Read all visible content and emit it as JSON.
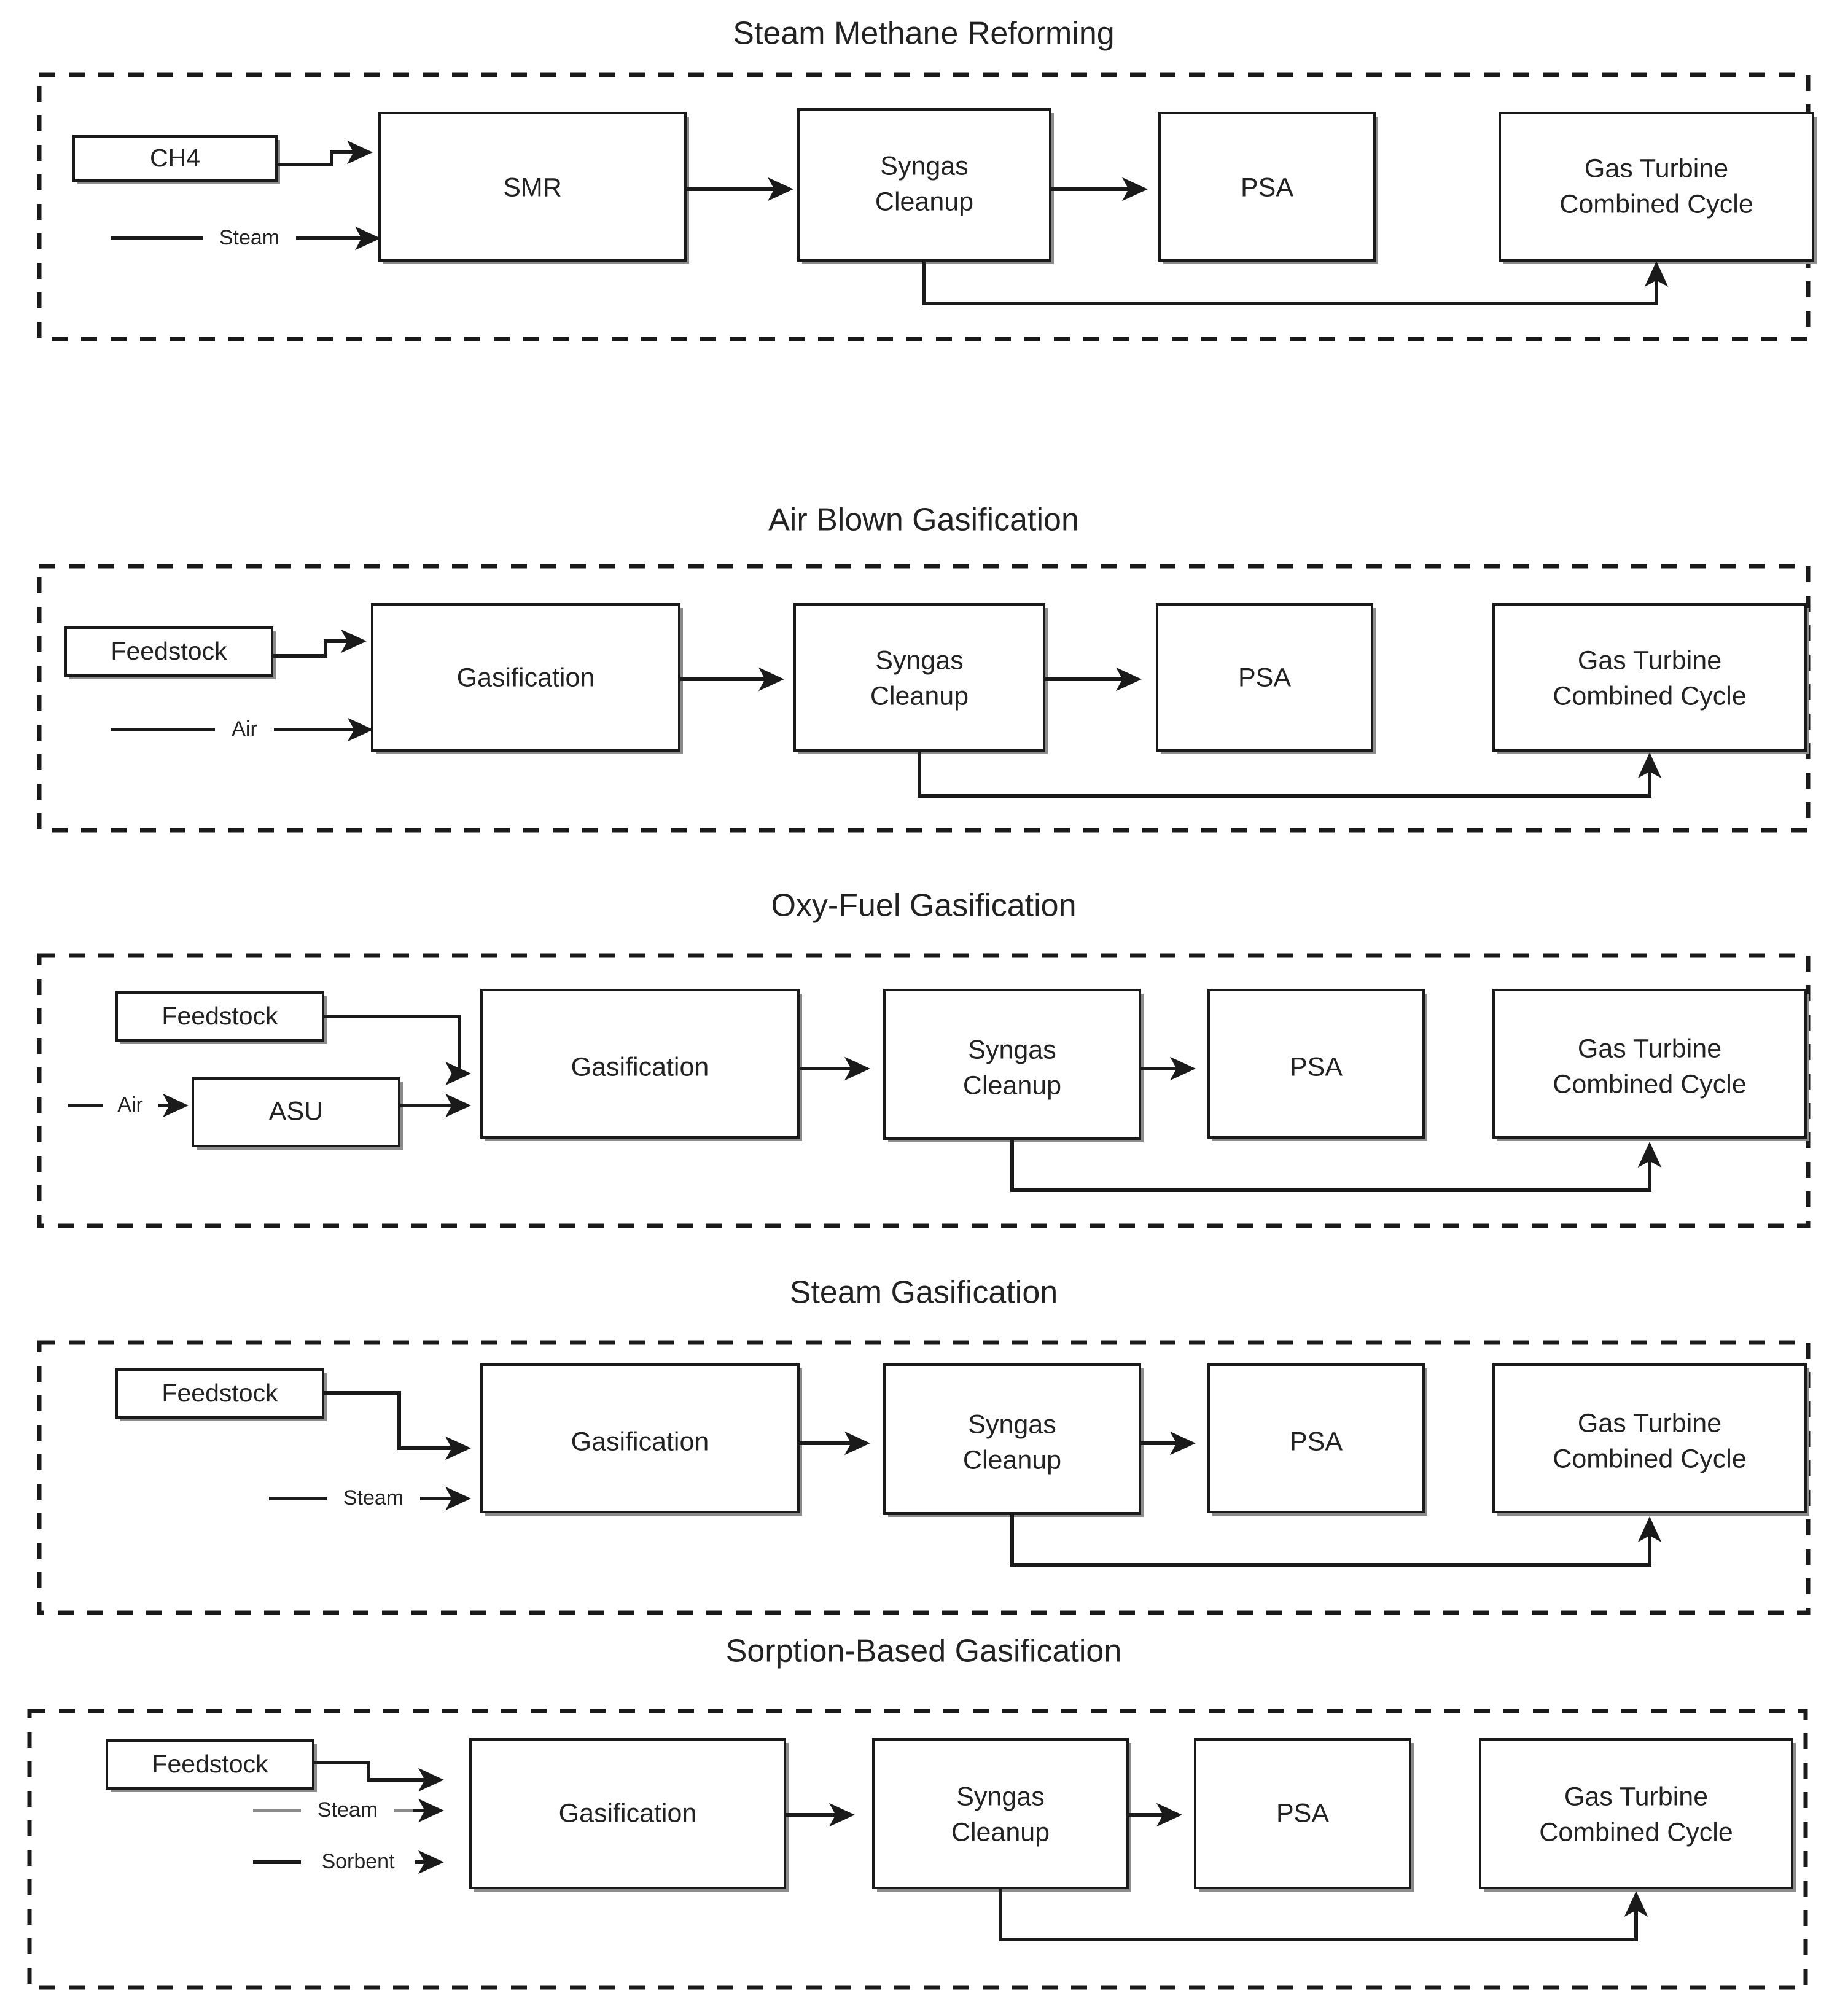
{
  "figure": {
    "background": "#ffffff",
    "line_color": "#1a1a1a",
    "gray_line_color": "#8c8c8c",
    "box_fill": "#ffffff"
  },
  "common_labels": {
    "syngas_cleanup_line1": "Syngas",
    "syngas_cleanup_line2": "Cleanup",
    "psa": "PSA",
    "gtcc_line1": "Gas Turbine",
    "gtcc_line2": "Combined Cycle",
    "gasification": "Gasification",
    "feedstock": "Feedstock"
  },
  "diagrams": [
    {
      "id": "steam-methane-reforming",
      "title": "Steam Methane Reforming",
      "feed_box": "CH4",
      "stream_labels": [
        "Steam"
      ],
      "reactor": "SMR",
      "blocks": [
        "SMR",
        "Syngas Cleanup",
        "PSA",
        "Gas Turbine Combined Cycle"
      ],
      "has_asu": false,
      "recycle": "Syngas Cleanup to Gas Turbine Combined Cycle"
    },
    {
      "id": "air-blown-gasification",
      "title": "Air Blown Gasification",
      "feed_box": "Feedstock",
      "stream_labels": [
        "Air"
      ],
      "reactor": "Gasification",
      "blocks": [
        "Gasification",
        "Syngas Cleanup",
        "PSA",
        "Gas Turbine Combined Cycle"
      ],
      "has_asu": false,
      "recycle": "Syngas Cleanup to Gas Turbine Combined Cycle"
    },
    {
      "id": "oxy-fuel-gasification",
      "title": "Oxy-Fuel Gasification",
      "feed_box": "Feedstock",
      "stream_labels": [
        "Air"
      ],
      "asu": "ASU",
      "reactor": "Gasification",
      "blocks": [
        "ASU",
        "Gasification",
        "Syngas Cleanup",
        "PSA",
        "Gas Turbine Combined Cycle"
      ],
      "has_asu": true,
      "recycle": "Syngas Cleanup to Gas Turbine Combined Cycle"
    },
    {
      "id": "steam-gasification",
      "title": "Steam Gasification",
      "feed_box": "Feedstock",
      "stream_labels": [
        "Steam"
      ],
      "reactor": "Gasification",
      "blocks": [
        "Gasification",
        "Syngas Cleanup",
        "PSA",
        "Gas Turbine Combined Cycle"
      ],
      "has_asu": false,
      "recycle": "Syngas Cleanup to Gas Turbine Combined Cycle"
    },
    {
      "id": "sorption-based-gasification",
      "title": "Sorption-Based Gasification",
      "feed_box": "Feedstock",
      "stream_labels": [
        "Steam",
        "Sorbent"
      ],
      "reactor": "Gasification",
      "blocks": [
        "Gasification",
        "Syngas Cleanup",
        "PSA",
        "Gas Turbine Combined Cycle"
      ],
      "has_asu": false,
      "recycle": "Syngas Cleanup to Gas Turbine Combined Cycle"
    }
  ]
}
